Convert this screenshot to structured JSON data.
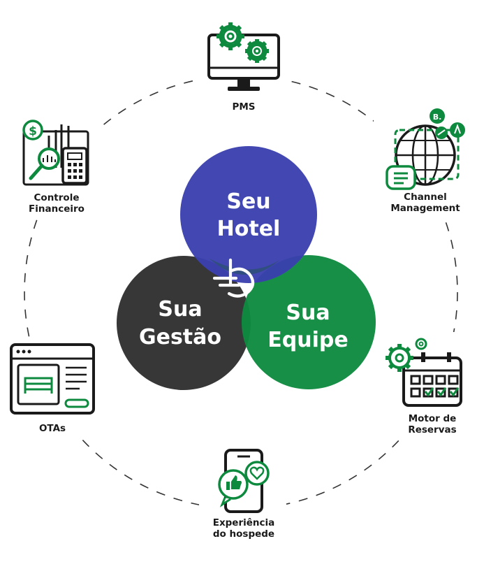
{
  "center_circles": {
    "hotel": {
      "line1": "Seu",
      "line2": "Hotel",
      "color": "#3a3fae"
    },
    "gestao": {
      "line1": "Sua",
      "line2": "Gestão",
      "color": "#333333"
    },
    "equipe": {
      "line1": "Sua",
      "line2": "Equipe",
      "color": "#0e8a3f"
    }
  },
  "modules": [
    {
      "line1": "PMS",
      "line2": "",
      "icon": "monitor-gears-icon"
    },
    {
      "line1": "Channel",
      "line2": "Management",
      "icon": "globe-channels-icon"
    },
    {
      "line1": "Motor de",
      "line2": "Reservas",
      "icon": "calendar-gear-icon"
    },
    {
      "line1": "Experiência",
      "line2": "do hospede",
      "icon": "phone-feedback-icon"
    },
    {
      "line1": "OTAs",
      "line2": "",
      "icon": "browser-room-icon"
    },
    {
      "line1": "Controle",
      "line2": "Financeiro",
      "icon": "finance-calculator-icon"
    }
  ],
  "icon_badges": {
    "booking": "B."
  },
  "colors": {
    "accent_green": "#0e8a3f",
    "dark": "#1a1a1a",
    "ring": "#333333"
  }
}
